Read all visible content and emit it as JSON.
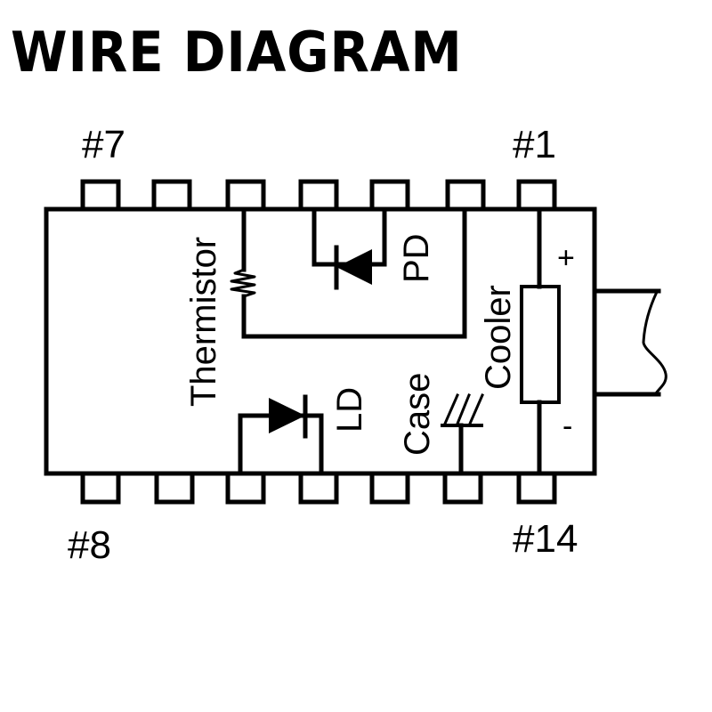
{
  "title": "WIRE DIAGRAM",
  "colors": {
    "stroke": "#000000",
    "background": "#ffffff"
  },
  "pins": {
    "top_left": "#7",
    "top_right": "#1",
    "bottom_left": "#8",
    "bottom_right": "#14",
    "count_per_side": 7
  },
  "components": {
    "thermistor": "Thermistor",
    "photodiode": "PD",
    "laser_diode": "LD",
    "case": "Case",
    "cooler": "Cooler"
  },
  "polarity": {
    "positive": "+",
    "negative": "-"
  }
}
